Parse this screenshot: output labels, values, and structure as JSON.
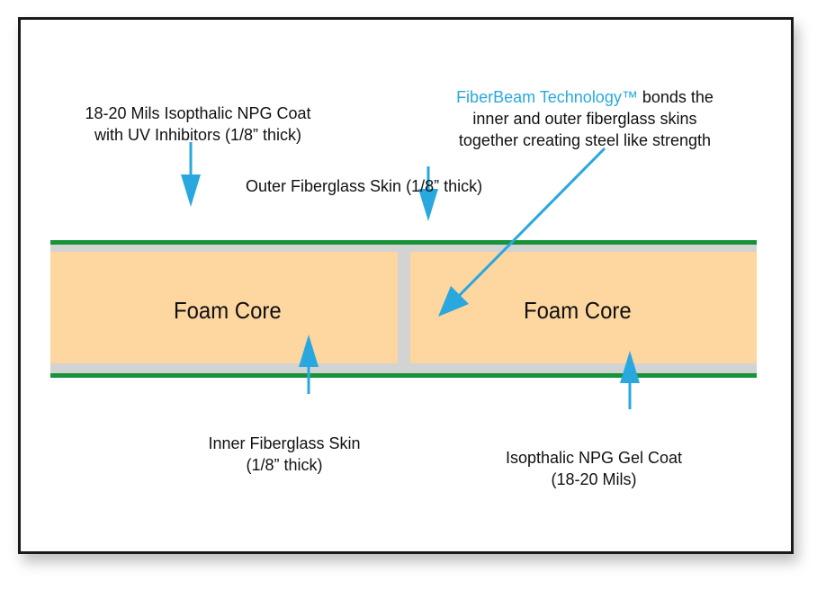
{
  "colors": {
    "skin_green": "#17933a",
    "gel_gray": "#d3d3d3",
    "foam": "#fdd6a0",
    "arrow_blue": "#29a8e0"
  },
  "foam_cores": {
    "left": "Foam Core",
    "right": "Foam Core"
  },
  "labels": {
    "top_coat": {
      "line1": "18-20 Mils Isopthalic NPG Coat",
      "line2": "with UV Inhibitors (1/8” thick)"
    },
    "outer_skin": "Outer Fiberglass Skin (1/8” thick)",
    "fiberbeam": {
      "brand": "FiberBeam Technology™",
      "line1_rest": " bonds the",
      "line2": "inner and outer fiberglass skins",
      "line3": "together creating steel like strength"
    },
    "inner_skin": {
      "line1": "Inner Fiberglass Skin",
      "line2": "(1/8” thick)"
    },
    "gel_coat": {
      "line1": "Isopthalic NPG Gel Coat",
      "line2": "(18-20 Mils)"
    }
  }
}
